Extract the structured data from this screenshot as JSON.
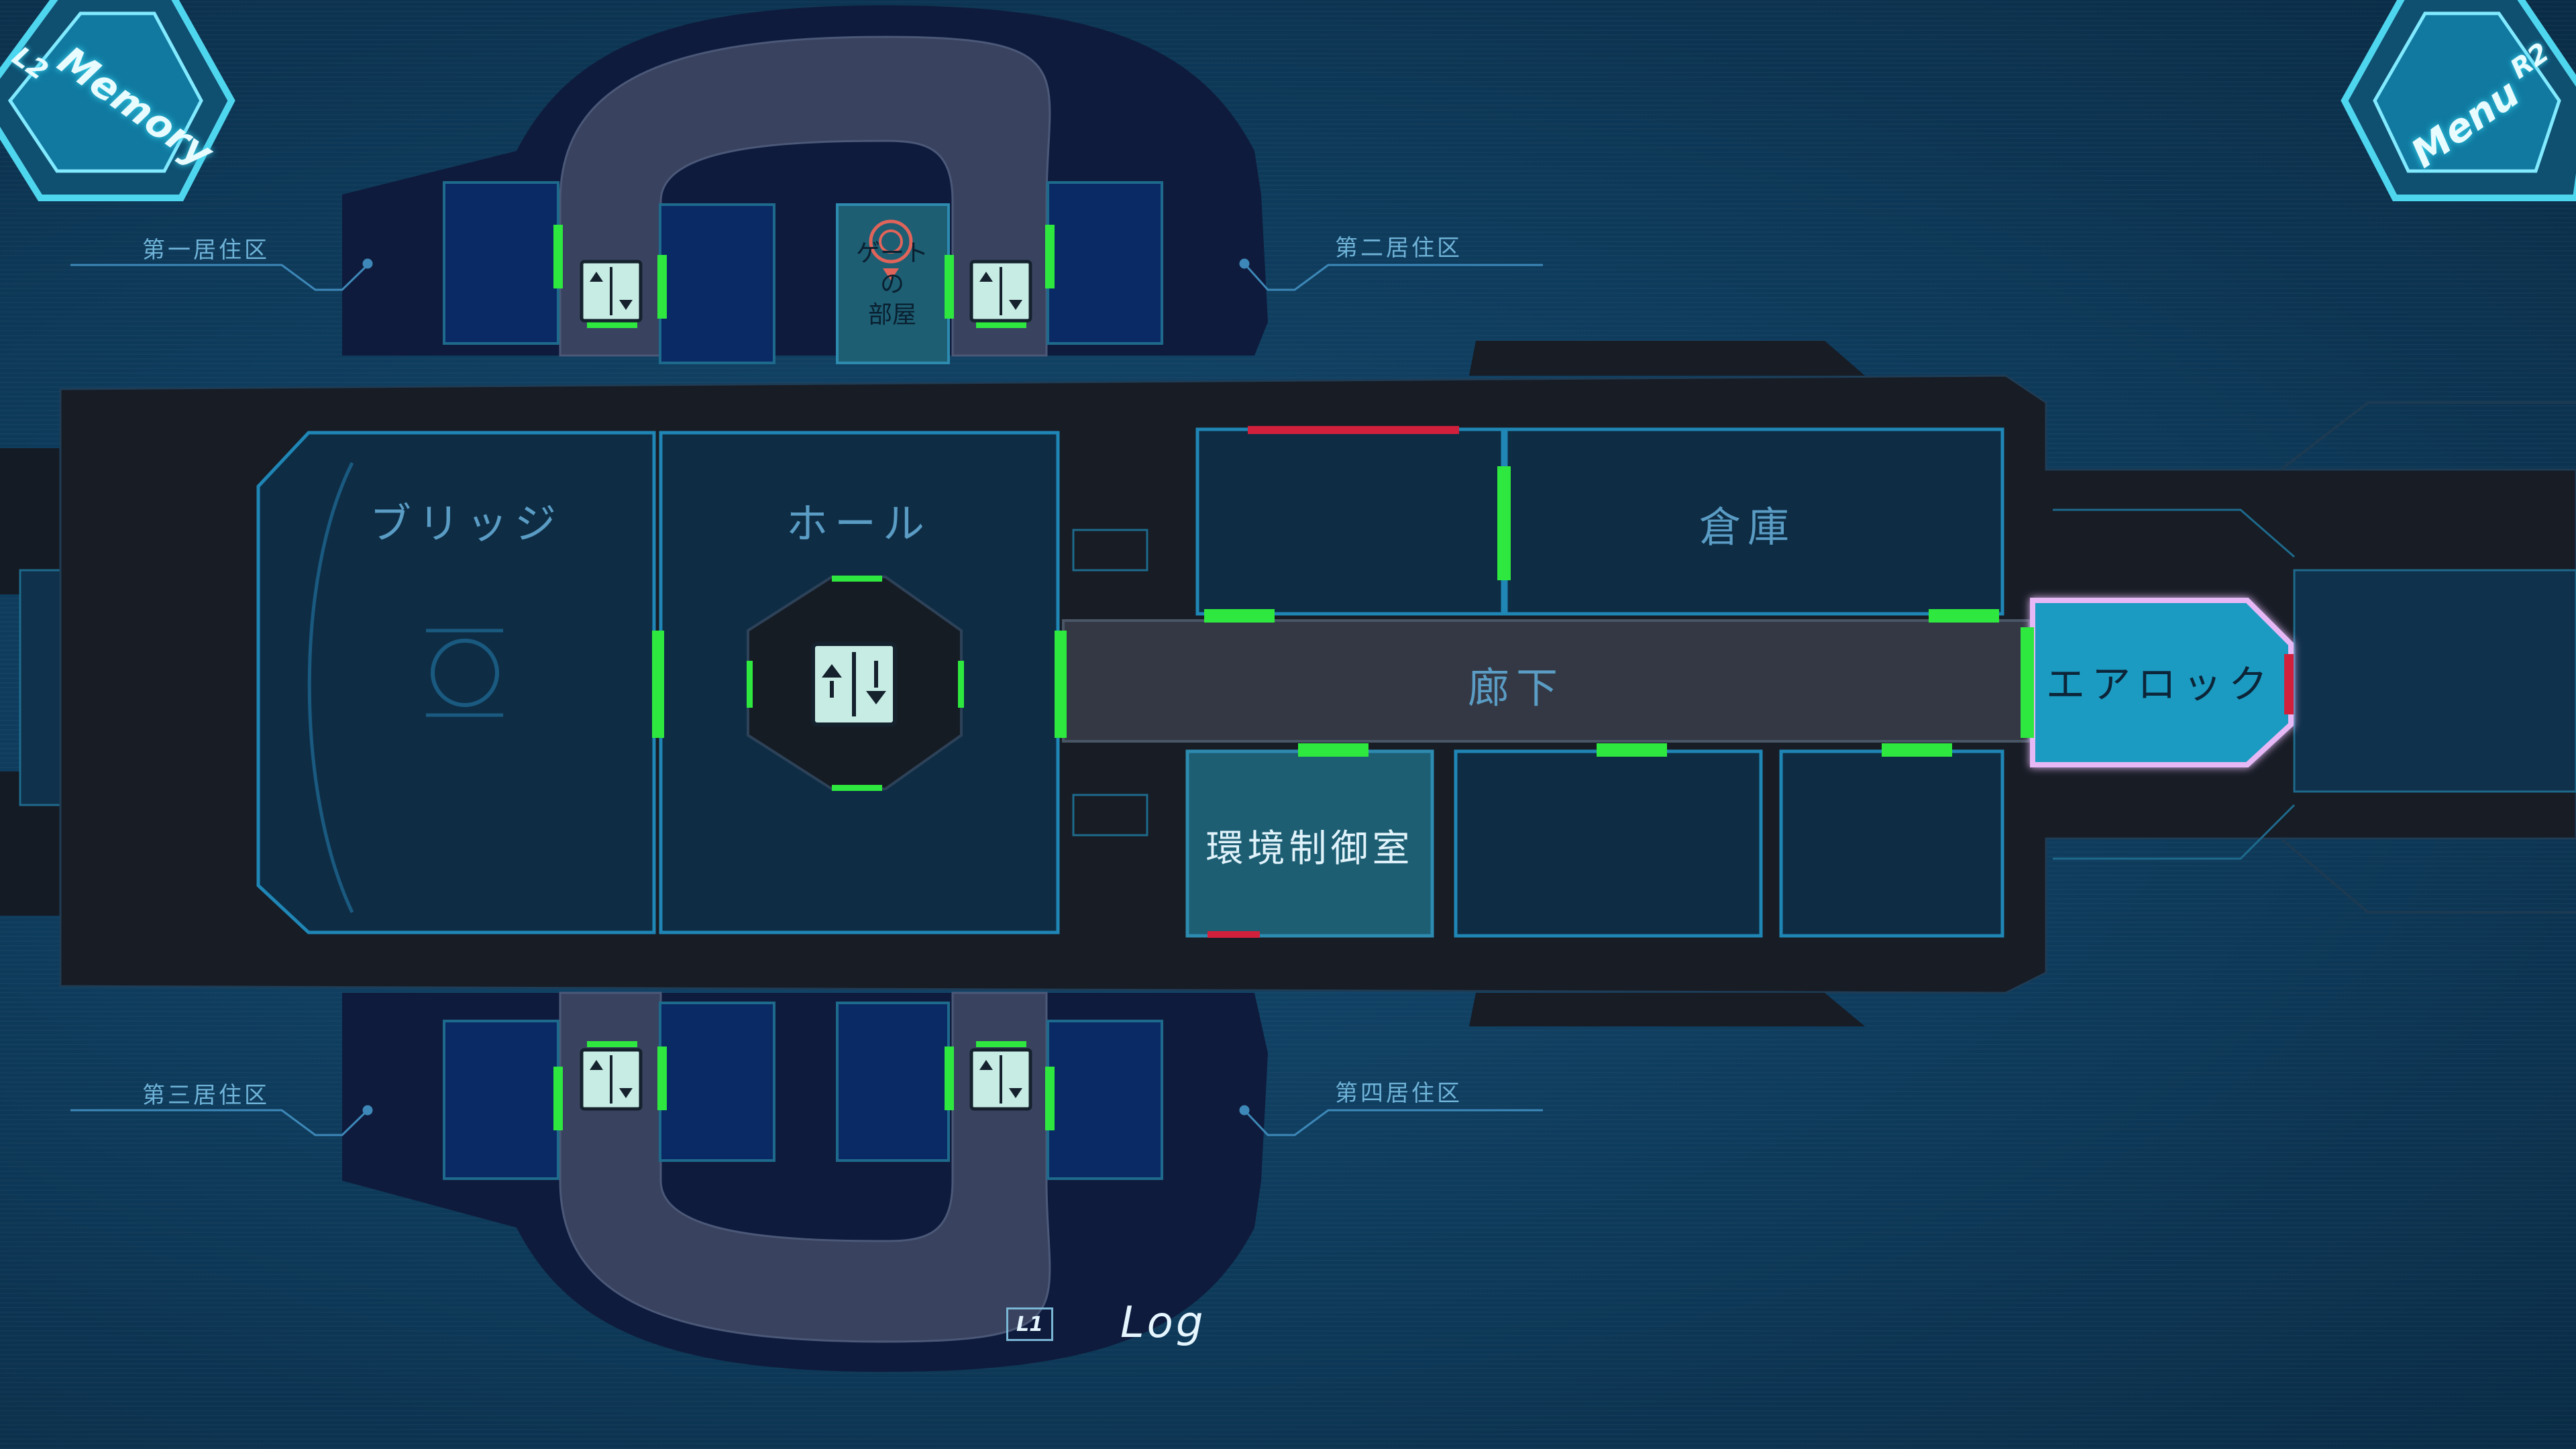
{
  "hud": {
    "memory_key": "L2",
    "memory_label": "Memory",
    "menu_key": "R2",
    "menu_label": "Menu",
    "log_key": "L1",
    "log_label": "Log"
  },
  "areas": {
    "first_residential": "第一居住区",
    "second_residential": "第二居住区",
    "third_residential": "第三居住区",
    "fourth_residential": "第四居住区"
  },
  "rooms": {
    "bridge": "ブリッジ",
    "hall": "ホール",
    "storage": "倉庫",
    "corridor": "廊下",
    "airlock": "エアロック",
    "env_control": "環境制御室",
    "gate_room_line1": "ゲート",
    "gate_room_line2": "の",
    "gate_room_line3": "部屋"
  },
  "icons": {
    "elevator": "elevator-icon",
    "player_marker": "player-location-icon"
  },
  "colors": {
    "door_open": "#2fe83f",
    "door_locked": "#d0203c",
    "room_fill": "#0e2d45",
    "highlight_room": "#1f9bc2",
    "visited_room": "#1d5e73",
    "hull": "#151b24",
    "unexplored_cabin": "#0a2a66"
  }
}
